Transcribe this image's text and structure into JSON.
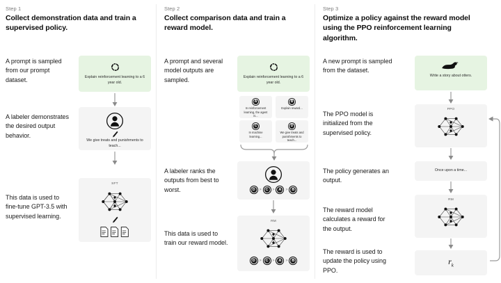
{
  "colors": {
    "prompt_green": "#e6f4e2",
    "node_gray": "#f4f4f4",
    "text": "#111111",
    "muted": "#7b7b7b",
    "divider": "#ececec",
    "chip_dark": "#1d1d1d"
  },
  "columns": [
    {
      "step_label": "Step 1",
      "title": "Collect demonstration data and train a supervised policy.",
      "captions": [
        "A prompt is sampled from our prompt dataset.",
        "A labeler demonstrates the desired output behavior.",
        "This data is used to fine-tune GPT-3.5 with supervised learning."
      ],
      "nodes": [
        {
          "id": "prompt",
          "icon": "refresh-cycle-icon",
          "text": "Explain reinforcement learning to a 6 year old."
        },
        {
          "id": "labeler",
          "icon": "labeler-person-icon",
          "pen": "pen-icon",
          "text": "We give treats and punishments to teach..."
        },
        {
          "id": "sft",
          "tag": "SFT",
          "icon": "neural-network-icon",
          "pen": "pen-icon",
          "docs": "documents-icon"
        }
      ]
    },
    {
      "step_label": "Step 2",
      "title": "Collect comparison data and train a reward model.",
      "captions": [
        "A prompt and several model outputs are sampled.",
        "A labeler ranks the outputs from best to worst.",
        "This data is used to train our reward model."
      ],
      "nodes": [
        {
          "id": "prompt",
          "icon": "refresh-cycle-icon",
          "text": "Explain reinforcement learning to a 6 year old."
        },
        {
          "id": "outputs",
          "items": [
            {
              "letter": "A",
              "text": "In reinforcement learning, the agent is..."
            },
            {
              "letter": "B",
              "text": "Explain reward..."
            },
            {
              "letter": "C",
              "text": "In machine learning..."
            },
            {
              "letter": "D",
              "text": "We give treats and punishments to teach..."
            }
          ]
        },
        {
          "id": "ranker",
          "icon": "labeler-person-icon",
          "ranking": [
            "D",
            "C",
            "A",
            "B"
          ]
        },
        {
          "id": "rm",
          "tag": "RM",
          "icon": "neural-network-icon",
          "ranking": [
            "D",
            "C",
            "A",
            "B"
          ]
        }
      ]
    },
    {
      "step_label": "Step 3",
      "title": "Optimize a policy against the reward model using the PPO reinforcement learning algorithm.",
      "captions": [
        "A new prompt is sampled from the dataset.",
        "The PPO model is initialized from the supervised policy.",
        "The policy generates an output.",
        "The reward model calculates a reward for the output.",
        "The reward is used to update the policy using PPO."
      ],
      "nodes": [
        {
          "id": "prompt",
          "icon": "otter-icon",
          "text": "Write a story about otters."
        },
        {
          "id": "ppo",
          "tag": "PPO",
          "icon": "neural-network-icon"
        },
        {
          "id": "output",
          "text": "Once upon a time..."
        },
        {
          "id": "rm",
          "tag": "RM",
          "icon": "neural-network-icon"
        },
        {
          "id": "reward",
          "symbol": "r",
          "subscript": "k"
        }
      ],
      "feedback_loop": "update-policy-loop-arrow"
    }
  ]
}
